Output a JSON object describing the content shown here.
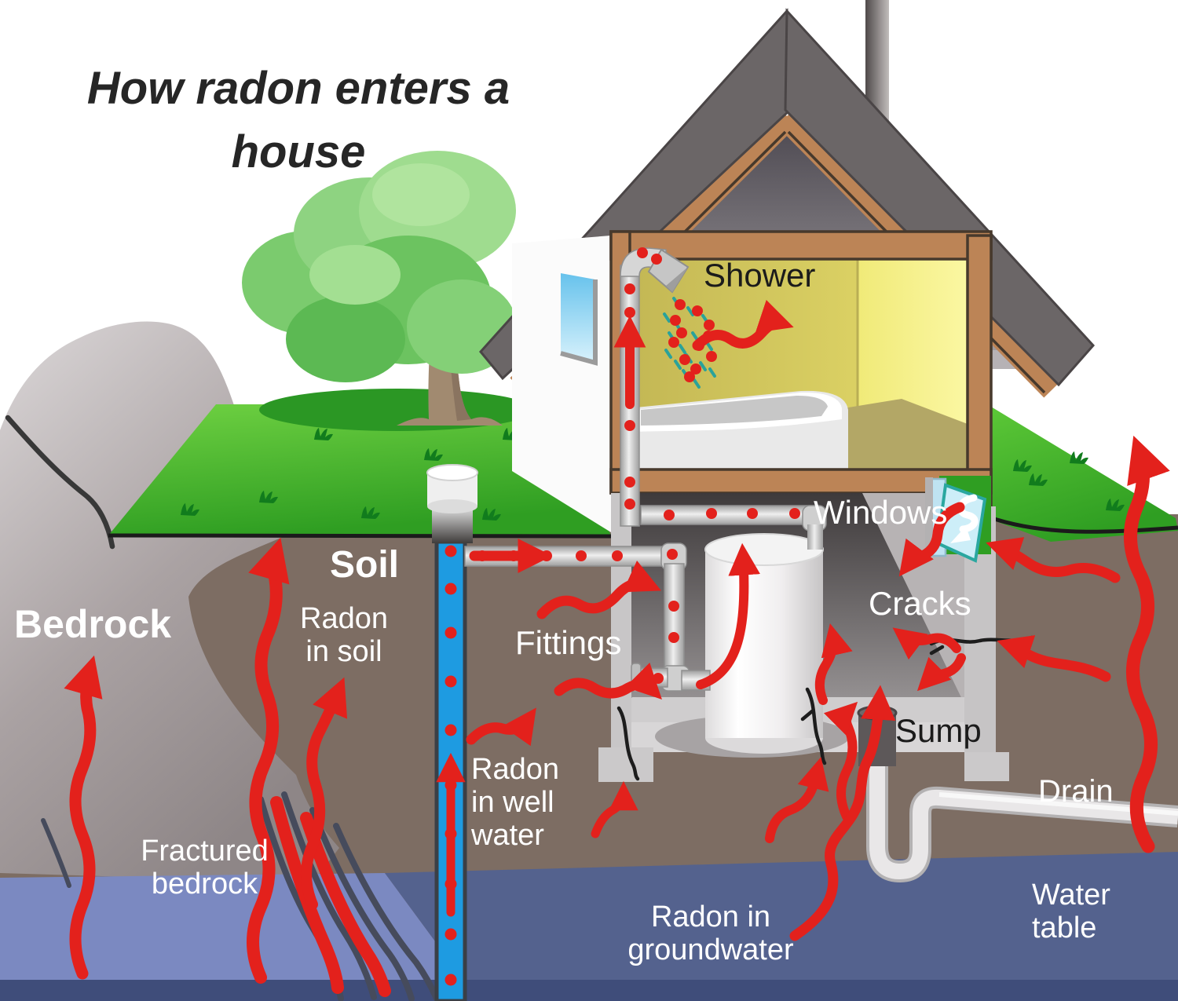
{
  "title": {
    "text": "How radon enters a house"
  },
  "labels": [
    {
      "id": "shower",
      "text": "Shower"
    },
    {
      "id": "windows",
      "text": "Windows"
    },
    {
      "id": "cracks",
      "text": "Cracks"
    },
    {
      "id": "sump",
      "text": "Sump"
    },
    {
      "id": "drain",
      "text": "Drain"
    },
    {
      "id": "water-table",
      "text": "Water table"
    },
    {
      "id": "radon-groundwater",
      "text": "Radon in\ngroundwater"
    },
    {
      "id": "radon-well-water",
      "text": "Radon\nin well\nwater"
    },
    {
      "id": "fittings",
      "text": "Fittings"
    },
    {
      "id": "soil",
      "text": "Soil"
    },
    {
      "id": "radon-in-soil",
      "text": "Radon\nin soil"
    },
    {
      "id": "bedrock",
      "text": "Bedrock"
    },
    {
      "id": "fractured-bedrock",
      "text": "Fractured\nbedrock"
    }
  ],
  "palette": {
    "radon_arrow_red": "#e3211c",
    "grass_green": "#3fae2a",
    "soil_brown": "#7d6d63",
    "bedrock_gray": "#9c9394",
    "water_table_navy": "#54628e",
    "fractured_water_blue": "#7b89c1",
    "well_pipe_blue": "#1e9be1",
    "house_trim_brown": "#bc8456",
    "roof_dark_gray": "#6b6667",
    "bathroom_yellow": "#f5ef7e"
  }
}
